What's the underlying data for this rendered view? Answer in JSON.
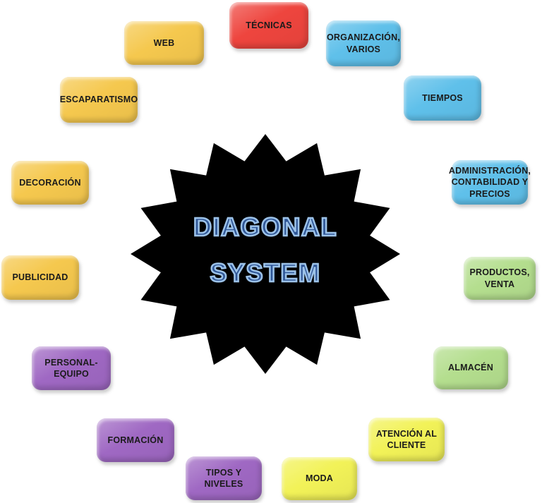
{
  "diagram": {
    "center": {
      "title_line1": "DIAGONAL",
      "title_line2": "SYSTEM",
      "shape": "starburst-16-point",
      "shape_color": "#000000",
      "title_fill_color": "#2E5596",
      "title_outline_color": "#9CC2E8"
    },
    "palette": {
      "red": "#EE453E",
      "orange": "#F5C84E",
      "blue": "#5FC0EA",
      "green": "#B4DE8E",
      "purple": "#9F68C3",
      "yellow": "#F2F258"
    },
    "nodes": [
      {
        "label": "TÉCNICAS",
        "color": "red"
      },
      {
        "label": "WEB",
        "color": "orange"
      },
      {
        "label": "ORGANIZACIÓN,\nVARIOS",
        "color": "blue"
      },
      {
        "label": "ESCAPARATISMO",
        "color": "orange"
      },
      {
        "label": "TIEMPOS",
        "color": "blue"
      },
      {
        "label": "DECORACIÓN",
        "color": "orange"
      },
      {
        "label": "ADMINISTRACIÓN,\nCONTABILIDAD Y\nPRECIOS",
        "color": "blue"
      },
      {
        "label": "PUBLICIDAD",
        "color": "orange"
      },
      {
        "label": "PRODUCTOS,\nVENTA",
        "color": "green"
      },
      {
        "label": "PERSONAL-\nEQUIPO",
        "color": "purple"
      },
      {
        "label": "ALMACÉN",
        "color": "green"
      },
      {
        "label": "FORMACIÓN",
        "color": "purple"
      },
      {
        "label": "ATENCIÓN AL\nCLIENTE",
        "color": "yellow"
      },
      {
        "label": "TIPOS Y NIVELES",
        "color": "purple"
      },
      {
        "label": "MODA",
        "color": "yellow"
      }
    ]
  }
}
